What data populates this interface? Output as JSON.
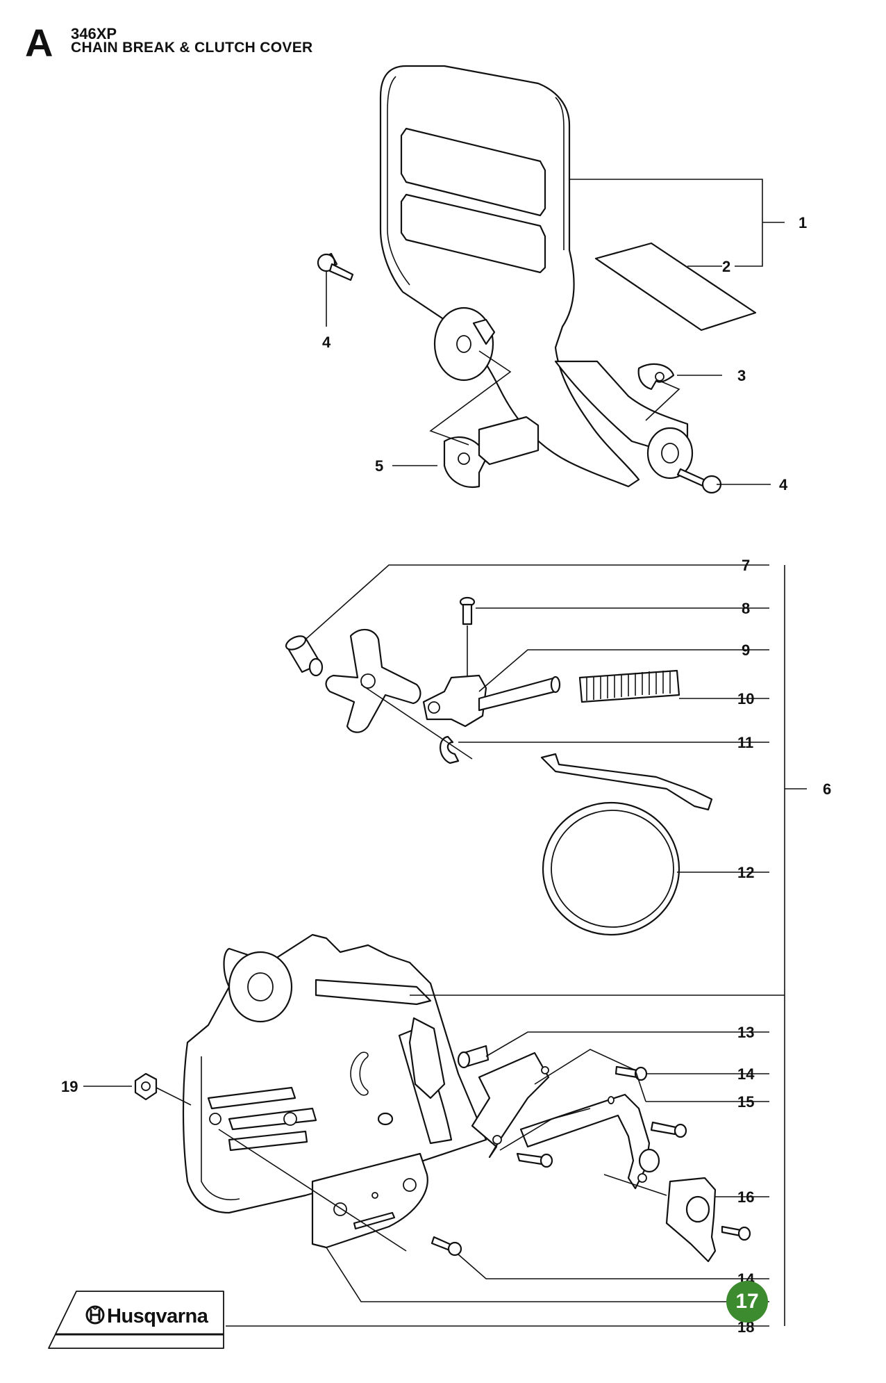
{
  "header": {
    "section": "A",
    "model": "346XP",
    "title": "CHAIN BREAK & CLUTCH COVER"
  },
  "callouts": [
    "1",
    "2",
    "3",
    "4",
    "4",
    "5",
    "6",
    "7",
    "8",
    "9",
    "10",
    "11",
    "12",
    "13",
    "14",
    "14",
    "15",
    "16",
    "18",
    "19"
  ],
  "page_number": "17",
  "brand": {
    "logo_text": "Husqvarna",
    "badge_color": "#3d8b2f"
  },
  "icons": {
    "logo": "husqvarna-crown-logo-icon"
  }
}
